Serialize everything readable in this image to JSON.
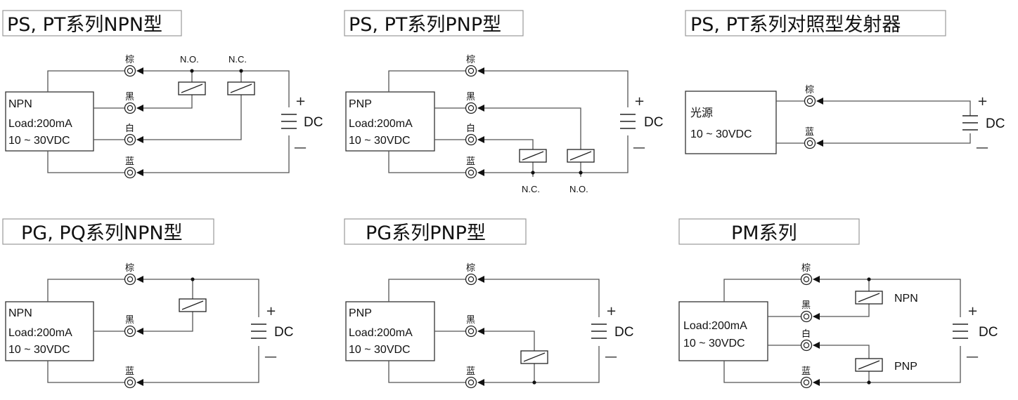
{
  "titles": {
    "ps_npn": "PS, PT系列NPN型",
    "ps_pnp": "PS, PT系列PNP型",
    "ps_emitter": "PS, PT系列对照型发射器",
    "pg_npn": "PG, PQ系列NPN型",
    "pg_pnp": "PG系列PNP型",
    "pm": "PM系列"
  },
  "wires": {
    "brown": "棕",
    "black": "黑",
    "white": "白",
    "blue": "蓝"
  },
  "box": {
    "npn": "NPN",
    "pnp": "PNP",
    "load": "Load:200mA",
    "voltage": "10 ~ 30VDC",
    "light": "光源"
  },
  "contacts": {
    "no": "N.O.",
    "nc": "N.C."
  },
  "power": {
    "dc": "DC",
    "plus": "+",
    "minus": "—"
  },
  "outputs": {
    "npn": "NPN",
    "pnp": "PNP"
  }
}
